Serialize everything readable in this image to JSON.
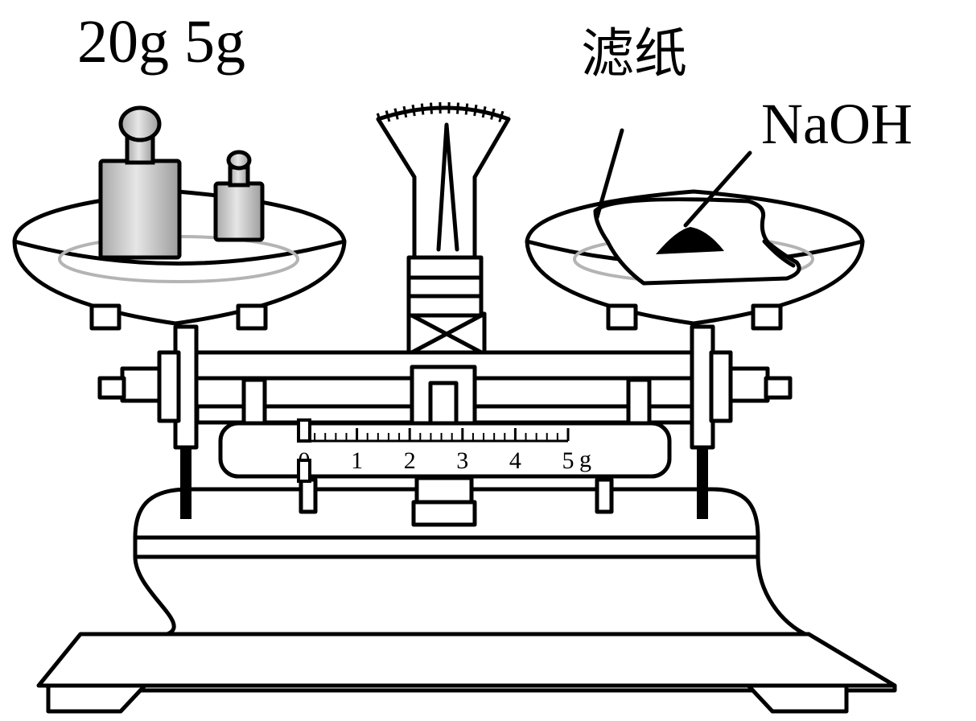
{
  "labels": {
    "weights": "20g 5g",
    "filter_paper": "滤纸",
    "substance": "NaOH"
  },
  "beam_scale": {
    "ticks": [
      "0",
      "1",
      "2",
      "3",
      "4",
      "5"
    ],
    "unit": "g",
    "rider_position_g": 0
  },
  "colors": {
    "line": "#000000",
    "weight_fill": "#c8c8c8",
    "plate_inner": "#b4b4b4",
    "naoh": "#000000"
  }
}
